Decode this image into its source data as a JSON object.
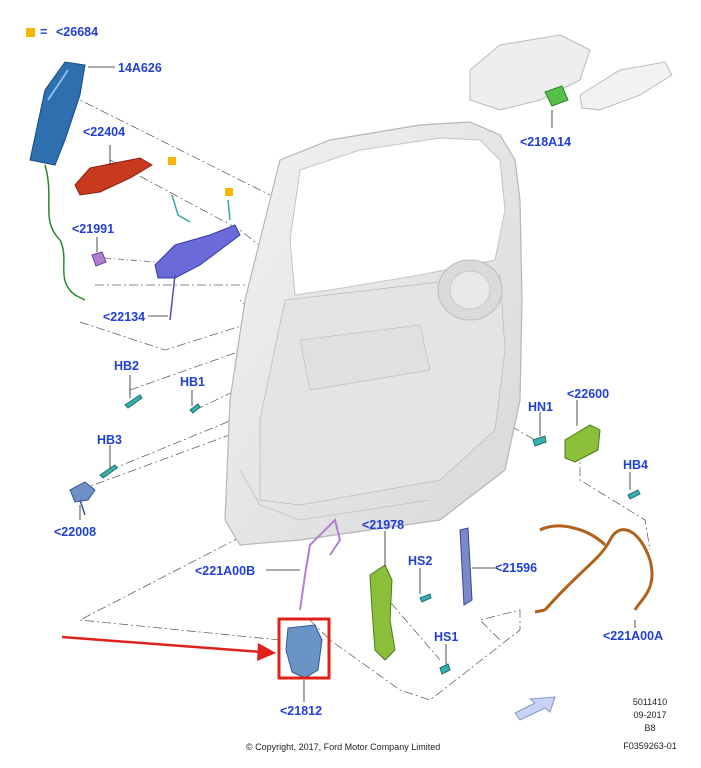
{
  "legend": {
    "marker_color": "#f5b400",
    "equals": "=",
    "text": "<26684"
  },
  "labels": {
    "p14A626": "14A626",
    "p22404": "<22404",
    "p21991": "<21991",
    "p22134": "<22134",
    "p218A14": "<218A14",
    "hb2": "HB2",
    "hb1": "HB1",
    "hb3": "HB3",
    "p22008": "<22008",
    "hn1": "HN1",
    "p22600": "<22600",
    "hb4": "HB4",
    "p21978": "<21978",
    "hs2": "HS2",
    "p21596": "<21596",
    "p221A00B": "<221A00B",
    "hs1": "HS1",
    "p221A00A": "<221A00A",
    "p21812": "<21812"
  },
  "footer": {
    "copyright": "© Copyright, 2017, Ford Motor Company Limited",
    "code1": "5011410",
    "date": "09-2017",
    "rev": "B8",
    "figure": "F0359263-01"
  },
  "colors": {
    "label": "#1f3fd6",
    "highlight": "#e0211a",
    "trim": "#2e6fb0",
    "handle": "#c8391f",
    "mechanism": "#6a6ad8",
    "bracket": "#8bbf3a",
    "harness": "#b0621c"
  }
}
